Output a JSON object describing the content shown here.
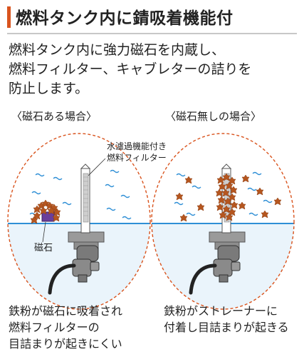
{
  "title": "燃料タンク内に錆吸着機能付",
  "description": {
    "line1": "燃料タンク内に強力磁石を内蔵し、",
    "line2": "燃料フィルター、キャブレターの詰りを",
    "line3": "防止します。"
  },
  "left_panel": {
    "caption": "〈磁石ある場合〉",
    "filter_label_1": "水濾過機能付き",
    "filter_label_2": "燃料フィルター",
    "magnet_label": "磁石",
    "result_1": "鉄粉が磁石に吸着され",
    "result_2": "燃料フィルターの",
    "result_3": "目詰まりが起きにくい"
  },
  "right_panel": {
    "caption": "〈磁石無しの場合〉",
    "result_1": "鉄粉がストレーナーに",
    "result_2": "付着し目詰まりが起きる"
  },
  "colors": {
    "accent": "#d9541e",
    "circle_dash": "#d9541e",
    "water_line": "#2f8fd6",
    "wave": "#2f8fd6",
    "rust": "#b5561f",
    "magnet": "#6a3e9b"
  }
}
